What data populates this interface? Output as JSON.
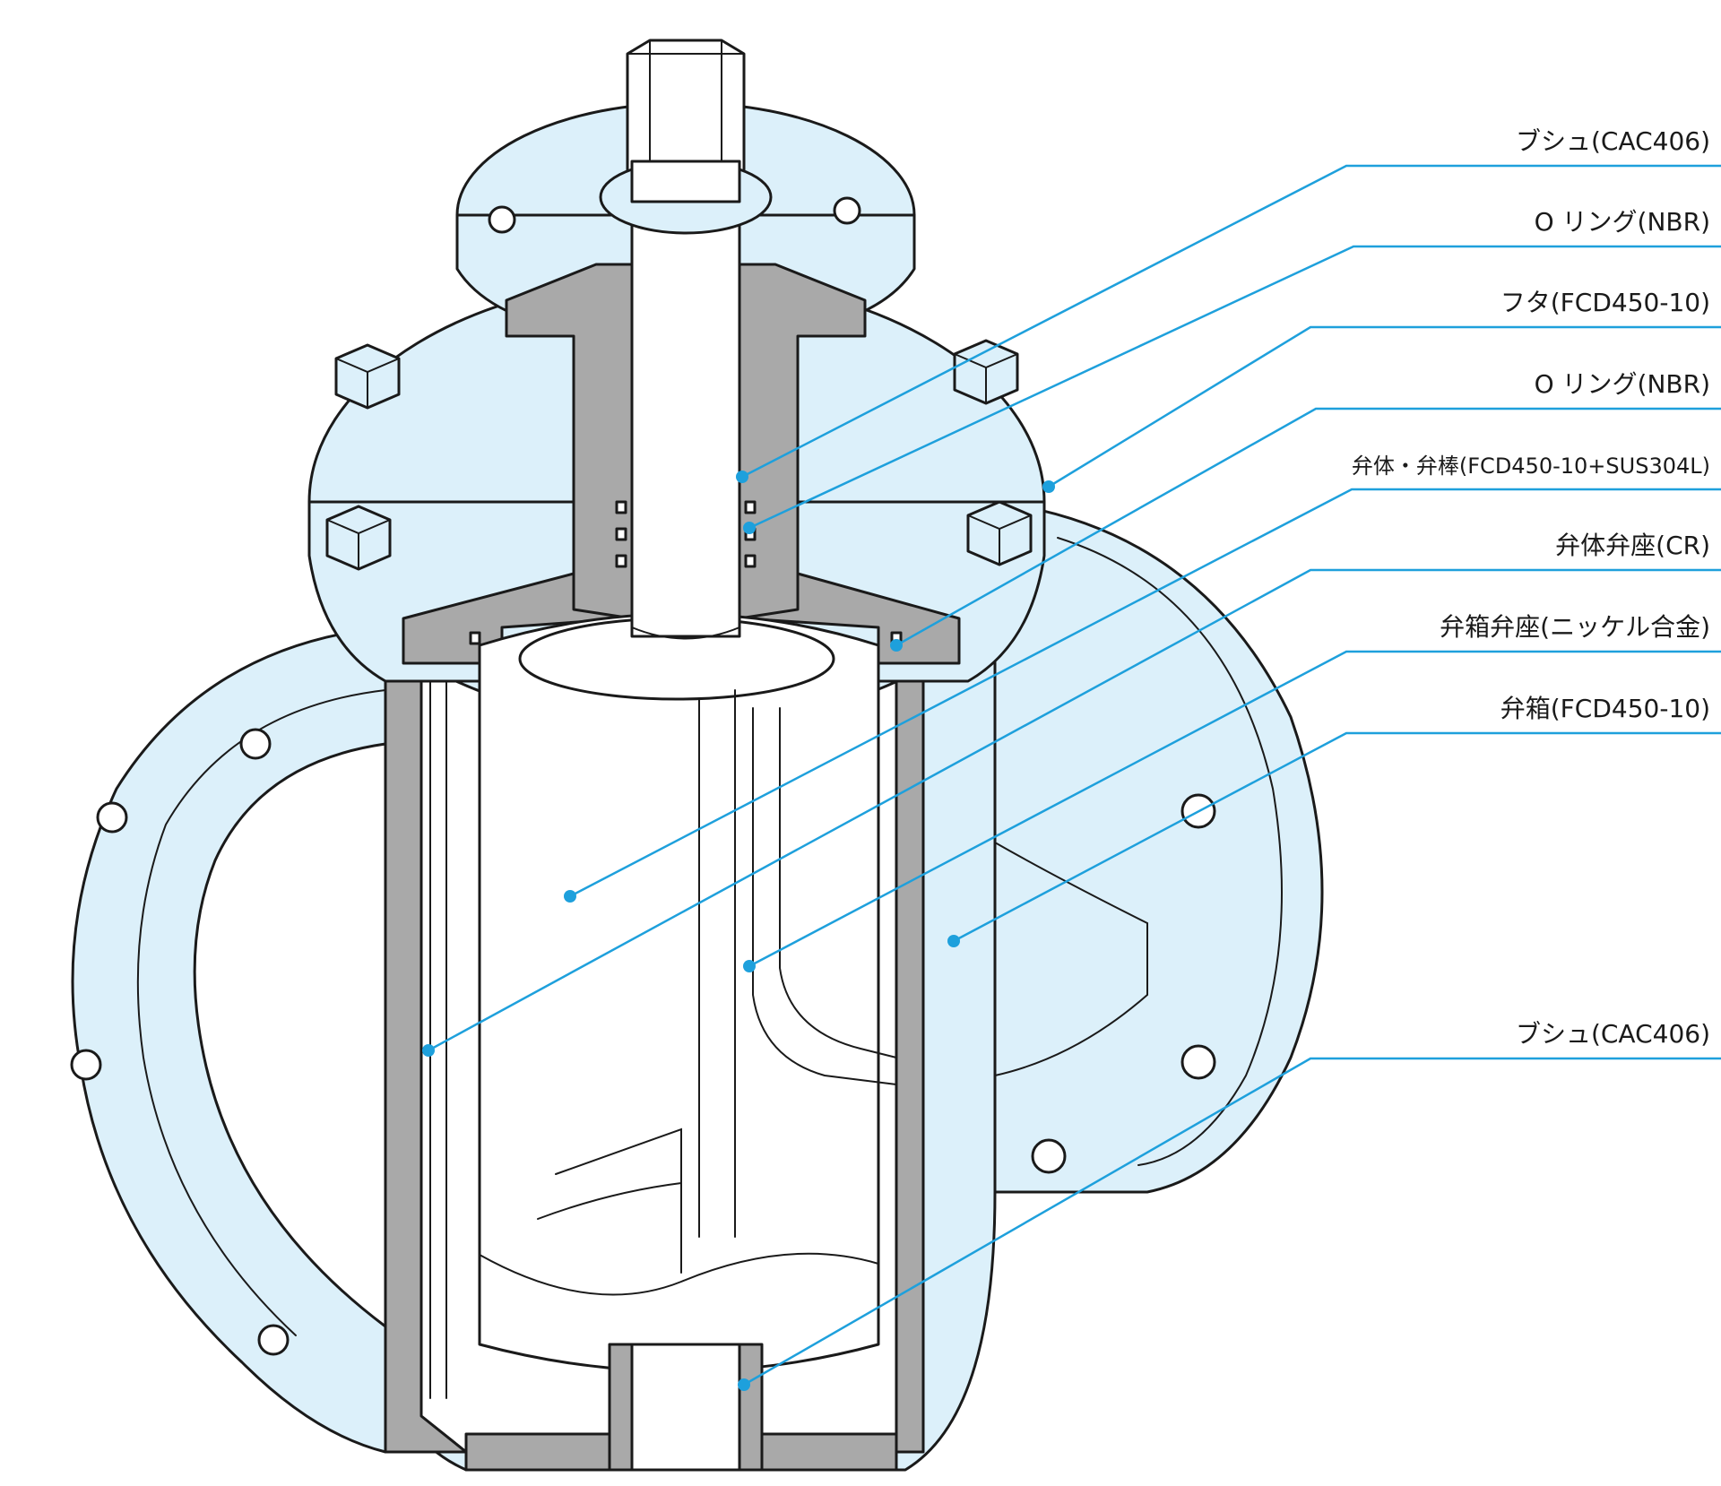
{
  "colors": {
    "body_fill": "#dcf0fa",
    "section_fill": "#a9a9a9",
    "leader": "#1ea0dc",
    "outline": "#1a1a1a"
  },
  "labels": [
    {
      "id": "bushing-top",
      "text": "ブシュ(CAC406)"
    },
    {
      "id": "oring-1",
      "text": "O リング(NBR)"
    },
    {
      "id": "cover",
      "text": "フタ(FCD450-10)"
    },
    {
      "id": "oring-2",
      "text": "O リング(NBR)"
    },
    {
      "id": "plug-stem",
      "text": "弁体・弁棒(FCD450-10+SUS304L)"
    },
    {
      "id": "plug-seat",
      "text": "弁体弁座(CR)"
    },
    {
      "id": "body-seat",
      "text": "弁箱弁座(ニッケル合金)"
    },
    {
      "id": "body",
      "text": "弁箱(FCD450-10)"
    },
    {
      "id": "bushing-bottom",
      "text": "ブシュ(CAC406)"
    }
  ]
}
